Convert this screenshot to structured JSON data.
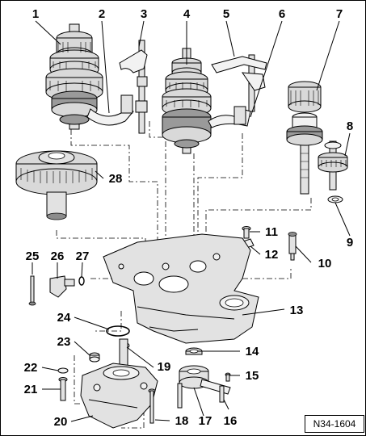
{
  "figure_ref": "N34-1604",
  "callouts": [
    "1",
    "2",
    "3",
    "4",
    "5",
    "6",
    "7",
    "8",
    "9",
    "10",
    "11",
    "12",
    "13",
    "14",
    "15",
    "16",
    "17",
    "18",
    "19",
    "20",
    "21",
    "22",
    "23",
    "24",
    "25",
    "26",
    "27",
    "28"
  ]
}
